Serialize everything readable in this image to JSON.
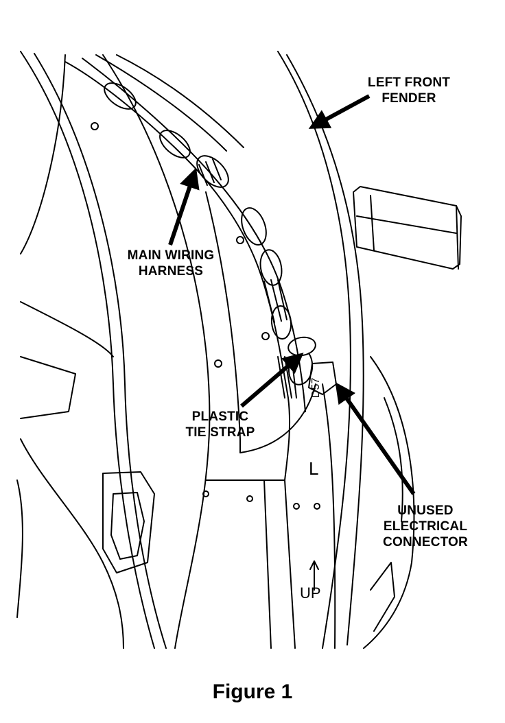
{
  "callouts": {
    "fender": [
      "LEFT FRONT",
      "FENDER"
    ],
    "harness": [
      "MAIN WIRING",
      "HARNESS"
    ],
    "tie_strap": [
      "PLASTIC",
      "TIE STRAP"
    ],
    "connector": [
      "UNUSED",
      "ELECTRICAL",
      "CONNECTOR"
    ]
  },
  "part_markings": {
    "side_letter": "L",
    "direction_label": "UP",
    "part_code": "D57"
  },
  "caption": "Figure 1"
}
